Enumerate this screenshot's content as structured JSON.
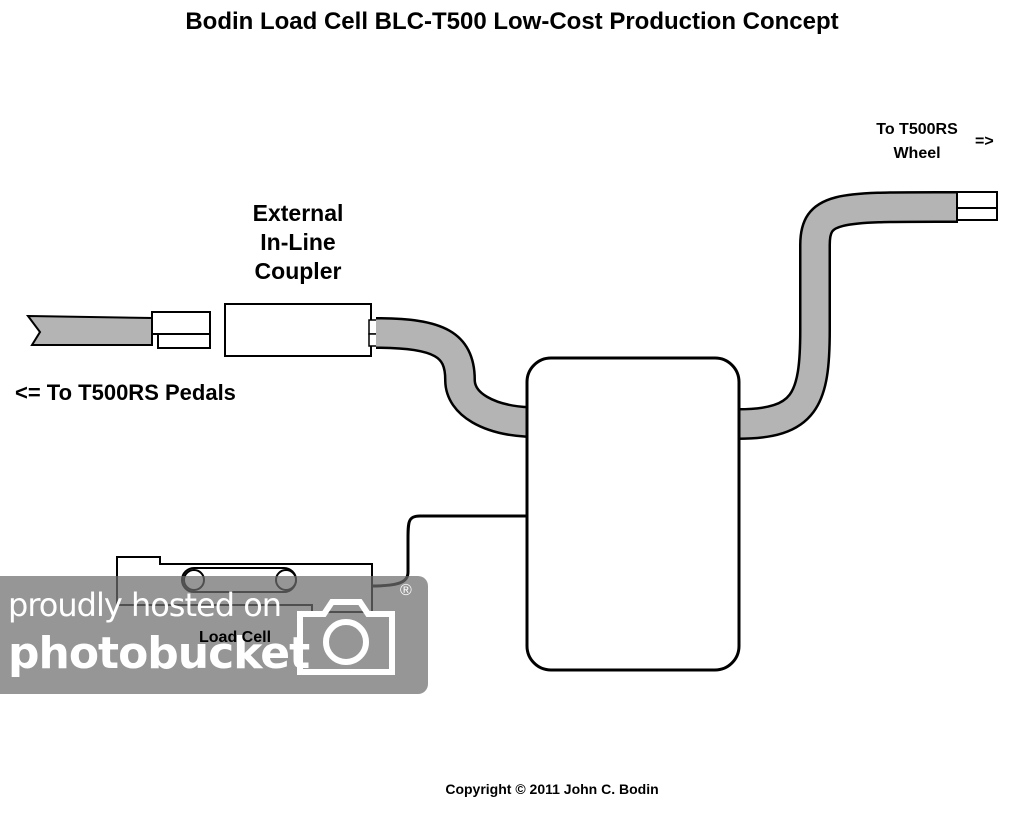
{
  "title": "Bodin Load Cell BLC-T500 Low-Cost Production Concept",
  "labels": {
    "coupler": [
      "External",
      "In-Line",
      "Coupler"
    ],
    "wheel": [
      "To T500RS",
      "Wheel"
    ],
    "wheel_arrow": "=>",
    "pedals": "<= To T500RS Pedals",
    "load_cell": "Load Cell"
  },
  "copyright": "Copyright © 2011 John C. Bodin",
  "watermark": {
    "line1": "proudly hosted on",
    "line2": "photobucket",
    "mark": "®"
  },
  "colors": {
    "cable_fill": "#b4b4b4",
    "outline": "#000000",
    "watermark_bg": "#6e6e6e"
  }
}
